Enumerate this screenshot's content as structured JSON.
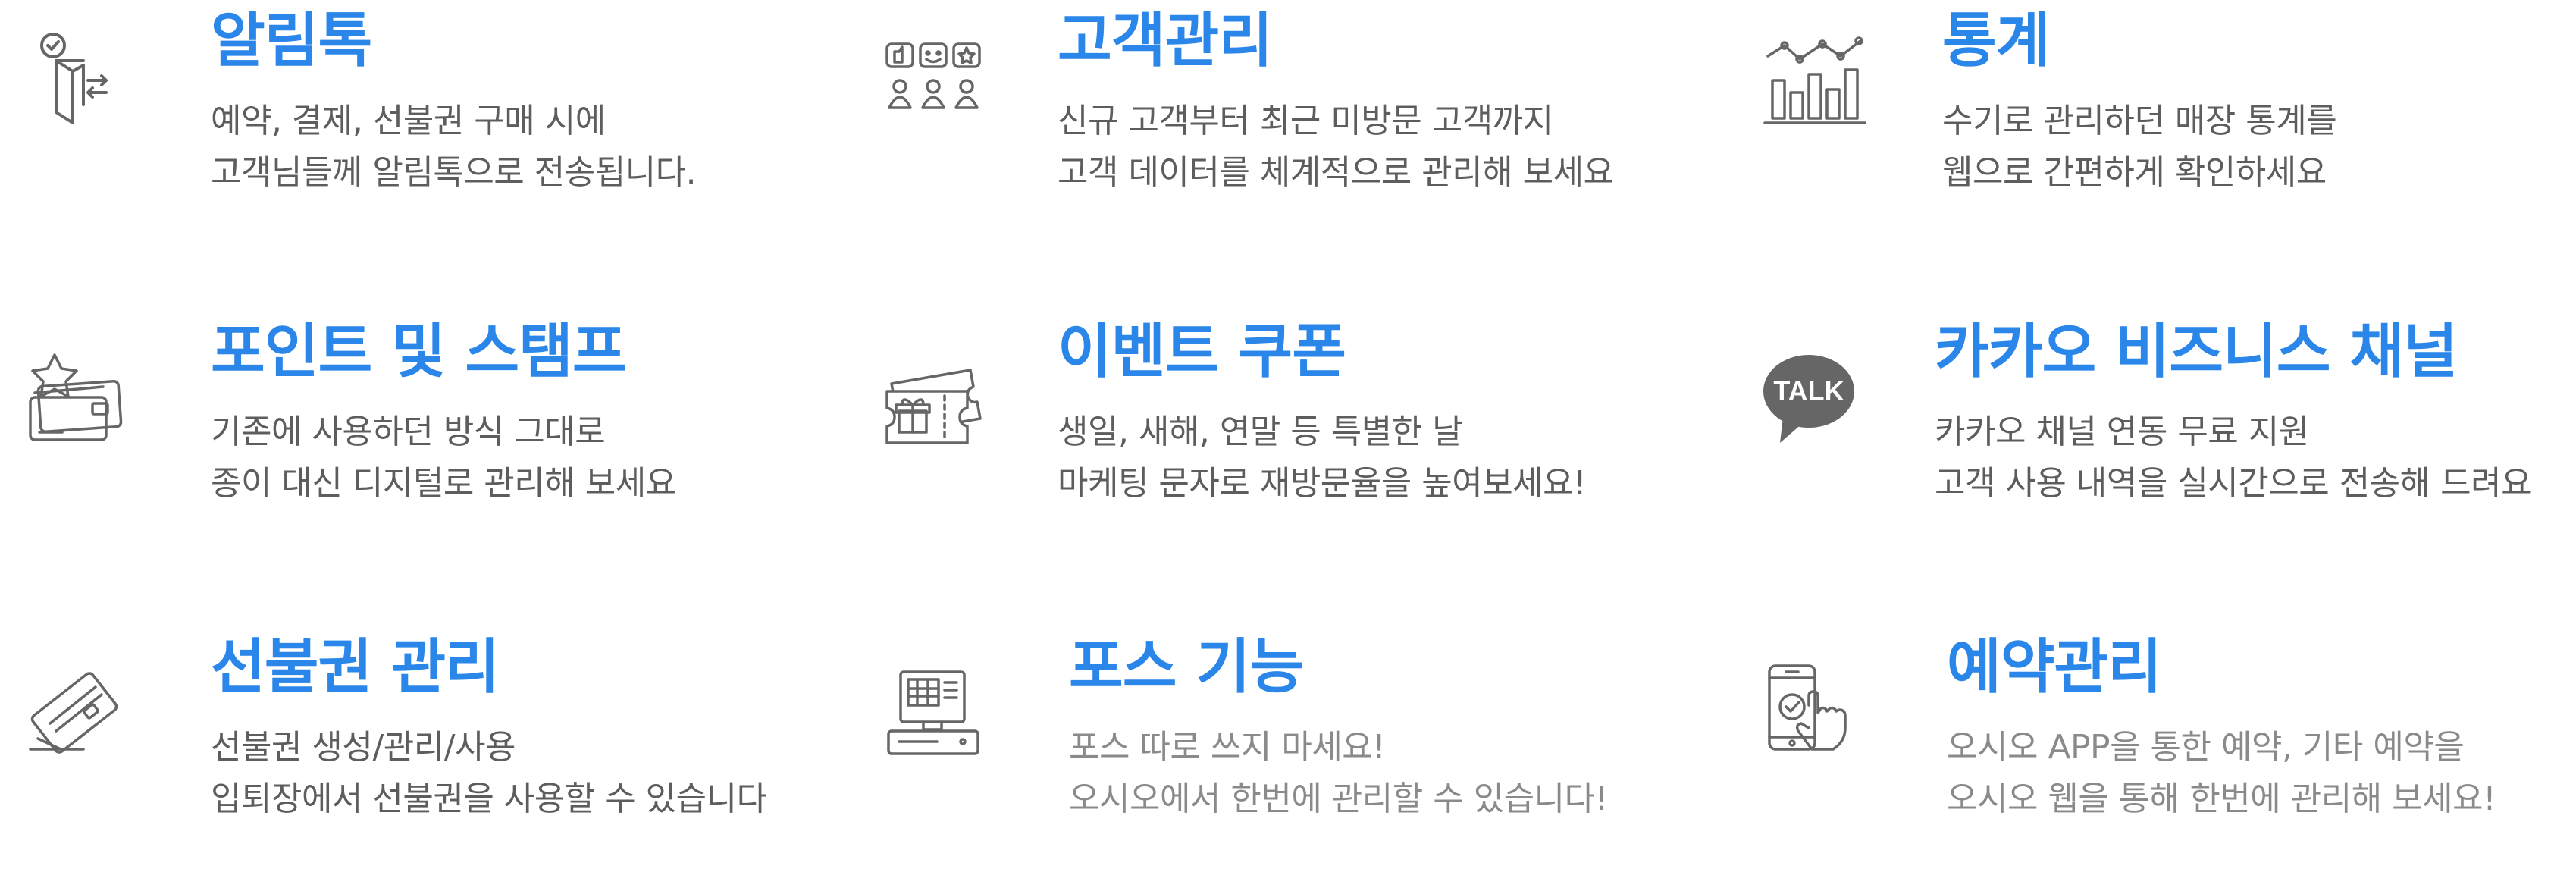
{
  "colors": {
    "title": "#2a86e8",
    "description": "#5d5d5d",
    "description_light": "#8a8a8a",
    "icon_stroke": "#666666",
    "talk_bubble": "#666666"
  },
  "features": [
    {
      "icon": "door-check-icon",
      "title": "알림톡",
      "lines": [
        "예약, 결제, 선불권 구매 시에",
        "고객님들께 알림톡으로 전송됩니다."
      ]
    },
    {
      "icon": "customer-review-icon",
      "title": "고객관리",
      "lines": [
        "신규 고객부터 최근 미방문 고객까지",
        "고객 데이터를 체계적으로 관리해 보세요"
      ]
    },
    {
      "icon": "statistics-chart-icon",
      "title": "통계",
      "lines": [
        "수기로 관리하던 매장 통계를",
        "웹으로 간편하게 확인하세요"
      ]
    },
    {
      "icon": "star-card-icon",
      "title": "포인트 및 스탬프",
      "lines": [
        "기존에 사용하던 방식 그대로",
        "종이 대신 디지털로 관리해 보세요"
      ]
    },
    {
      "icon": "gift-ticket-icon",
      "title": "이벤트 쿠폰",
      "lines": [
        "생일, 새해, 연말 등 특별한 날",
        "마케팅 문자로 재방문율을 높여보세요!"
      ]
    },
    {
      "icon": "kakao-talk-icon",
      "icon_text": "TALK",
      "title": "카카오 비즈니스 채널",
      "lines": [
        "카카오 채널 연동 무료 지원",
        "고객 사용 내역을 실시간으로 전송해 드려요"
      ]
    },
    {
      "icon": "prepaid-card-icon",
      "title": "선불권 관리",
      "lines": [
        "선불권 생성/관리/사용",
        "입퇴장에서 선불권을 사용할 수 있습니다"
      ]
    },
    {
      "icon": "pos-terminal-icon",
      "title": "포스 기능",
      "lines": [
        "포스 따로 쓰지 마세요!",
        "오시오에서 한번에 관리할 수 있습니다!"
      ]
    },
    {
      "icon": "phone-touch-icon",
      "title": "예약관리",
      "lines": [
        "오시오 APP을 통한 예약, 기타 예약을",
        "오시오 웹을 통해 한번에 관리해 보세요!"
      ]
    }
  ]
}
